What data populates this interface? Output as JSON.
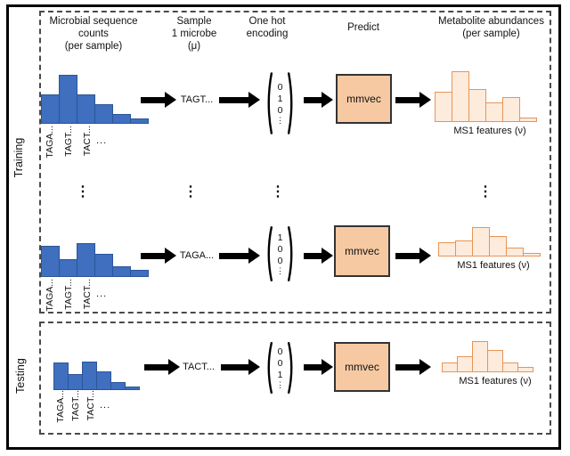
{
  "sections": [
    {
      "label": "Training"
    },
    {
      "label": "Testing"
    }
  ],
  "headers": [
    {
      "lines": [
        "Microbial sequence",
        "counts",
        "(per sample)"
      ]
    },
    {
      "lines": [
        "Sample",
        "1 microbe",
        "(μ)"
      ]
    },
    {
      "lines": [
        "One hot",
        "encoding"
      ]
    },
    {
      "lines": [
        "Predict"
      ]
    },
    {
      "lines": [
        "Metabolite abundances",
        "(per sample)"
      ]
    }
  ],
  "ellipsis_symbol": "⋮",
  "rows": [
    {
      "section": "Training",
      "sequence_hist": {
        "bar_heights": [
          33,
          55,
          33,
          22,
          11,
          6
        ],
        "x_labels": [
          "TAGA...",
          "TAGT...",
          "TACT...",
          "..."
        ]
      },
      "sampled_microbe": "TAGT...",
      "one_hot": [
        "0",
        "1",
        "0",
        "⋮"
      ],
      "model": "mmvec",
      "metabolite_hist": {
        "bar_heights": [
          34,
          57,
          37,
          22,
          28,
          5
        ]
      },
      "metabolite_label": "MS1 features (ν)"
    },
    {
      "section": "Training",
      "sequence_hist": {
        "bar_heights": [
          35,
          20,
          38,
          26,
          12,
          8
        ],
        "x_labels": [
          "TAGA...",
          "TAGT...",
          "TACT...",
          "..."
        ]
      },
      "sampled_microbe": "TAGA...",
      "one_hot": [
        "1",
        "0",
        "0",
        "⋮"
      ],
      "model": "mmvec",
      "metabolite_hist": {
        "bar_heights": [
          16,
          18,
          33,
          23,
          10,
          4
        ]
      },
      "metabolite_label": "MS1 features (ν)"
    },
    {
      "section": "Testing",
      "sequence_hist": {
        "bar_heights": [
          31,
          18,
          32,
          21,
          9,
          4
        ],
        "x_labels": [
          "TAGA...",
          "TAGT...",
          "TACT...",
          "..."
        ]
      },
      "sampled_microbe": "TACT...",
      "one_hot": [
        "0",
        "0",
        "1",
        "⋮"
      ],
      "model": "mmvec",
      "metabolite_hist": {
        "bar_heights": [
          11,
          18,
          35,
          25,
          11,
          6
        ]
      },
      "metabolite_label": "MS1 features (ν)"
    }
  ],
  "colors": {
    "sequence_bar_fill": "#3F6FBE",
    "sequence_bar_border": "#2C5598",
    "metabolite_bar_fill": "#FDEBDC",
    "metabolite_bar_border": "#E89455",
    "model_box_fill": "#F6C9A2",
    "model_box_border": "#333333",
    "arrow": "#000000",
    "text": "#111111"
  }
}
